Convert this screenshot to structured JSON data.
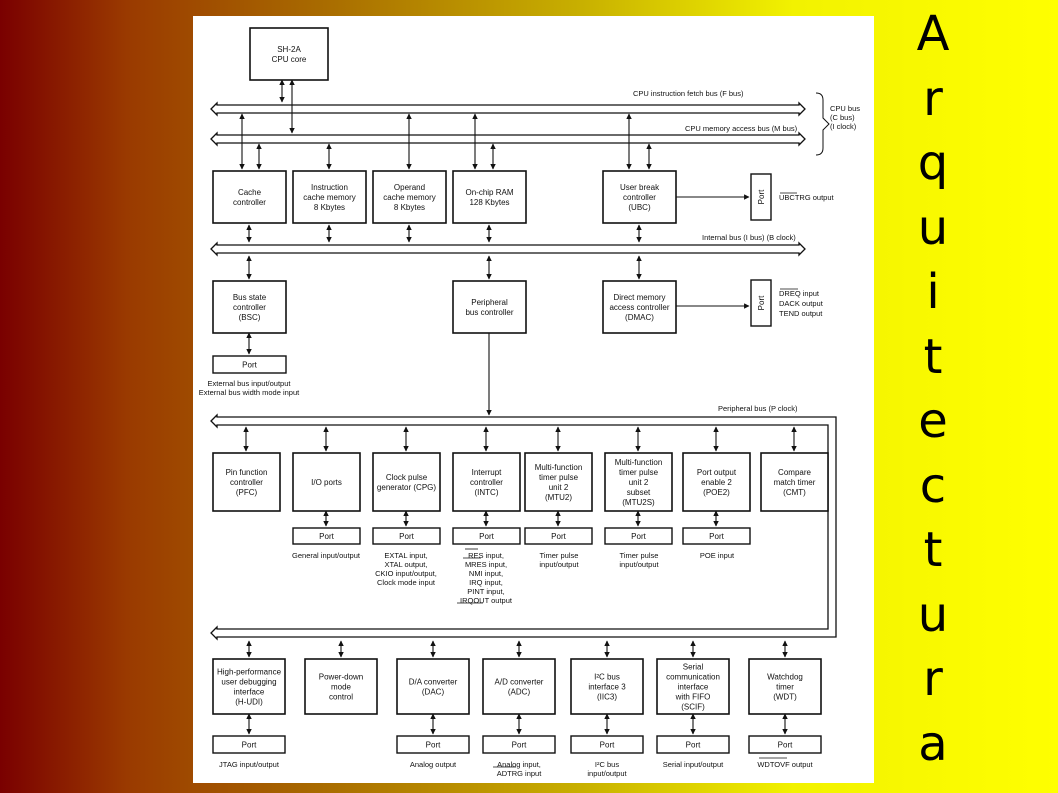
{
  "side_title_letters": [
    "A",
    "r",
    "q",
    "u",
    "i",
    "t",
    "e",
    "c",
    "t",
    "u",
    "r",
    "a"
  ],
  "buses": {
    "f_bus": "CPU instruction fetch bus (F bus)",
    "m_bus": "CPU memory access bus (M bus)",
    "cpu_bus": [
      "CPU bus",
      "(C bus)",
      "(I clock)"
    ],
    "i_bus": "Internal bus (I bus) (B clock)",
    "p_bus": "Peripheral bus (P clock)"
  },
  "blocks": {
    "cpu": [
      "SH-2A",
      "CPU core"
    ],
    "cache": [
      "Cache",
      "controller"
    ],
    "icache": [
      "Instruction",
      "cache memory",
      "8 Kbytes"
    ],
    "ocache": [
      "Operand",
      "cache memory",
      "8 Kbytes"
    ],
    "ram": [
      "On-chip RAM",
      "128 Kbytes"
    ],
    "ubc": [
      "User break",
      "controller",
      "(UBC)"
    ],
    "bsc": [
      "Bus state",
      "controller",
      "(BSC)"
    ],
    "pbc": [
      "Peripheral",
      "bus controller"
    ],
    "dmac": [
      "Direct memory",
      "access controller",
      "(DMAC)"
    ],
    "pfc": [
      "Pin function",
      "controller",
      "(PFC)"
    ],
    "io": [
      "I/O ports"
    ],
    "cpg": [
      "Clock pulse",
      "generator (CPG)"
    ],
    "intc": [
      "Interrupt",
      "controller",
      "(INTC)"
    ],
    "mtu2": [
      "Multi-function",
      "timer pulse",
      "unit 2",
      "(MTU2)"
    ],
    "mtu2s": [
      "Multi-function",
      "timer pulse",
      "unit 2",
      "subset",
      "(MTU2S)"
    ],
    "poe2": [
      "Port output",
      "enable 2",
      "(POE2)"
    ],
    "cmt": [
      "Compare",
      "match timer",
      "(CMT)"
    ],
    "hudi": [
      "High-performance",
      "user debugging",
      "interface",
      "(H-UDI)"
    ],
    "pdown": [
      "Power-down",
      "mode",
      "control"
    ],
    "dac": [
      "D/A converter",
      "(DAC)"
    ],
    "adc": [
      "A/D converter",
      "(ADC)"
    ],
    "iic3": [
      "I²C bus",
      "interface 3",
      "(IIC3)"
    ],
    "scif": [
      "Serial",
      "communication",
      "interface",
      "with FIFO",
      "(SCIF)"
    ],
    "wdt": [
      "Watchdog",
      "timer",
      "(WDT)"
    ]
  },
  "port_label": "Port",
  "side_notes": {
    "ubc": [
      "UBCTRG output"
    ],
    "dmac": [
      "DREQ input",
      "DACK output",
      "TEND output"
    ]
  },
  "notes": {
    "bsc": [
      "External bus input/output",
      "External bus width mode input"
    ],
    "io": [
      "General input/output"
    ],
    "cpg": [
      "EXTAL input,",
      "XTAL output,",
      "CKIO input/output,",
      "Clock mode input"
    ],
    "intc": [
      "RES input,",
      "MRES input,",
      "NMI input,",
      "IRQ input,",
      "PINT input,",
      "IRQOUT output"
    ],
    "mtu2": [
      "Timer pulse",
      "input/output"
    ],
    "mtu2s": [
      "Timer pulse",
      "input/output"
    ],
    "poe2": [
      "POE input"
    ],
    "hudi": [
      "JTAG input/output"
    ],
    "dac": [
      "Analog output"
    ],
    "adc": [
      "Analog input,",
      "ADTRG input"
    ],
    "iic3": [
      "I²C bus",
      "input/output"
    ],
    "scif": [
      "Serial input/output"
    ],
    "wdt": [
      "WDTOVF output"
    ]
  }
}
